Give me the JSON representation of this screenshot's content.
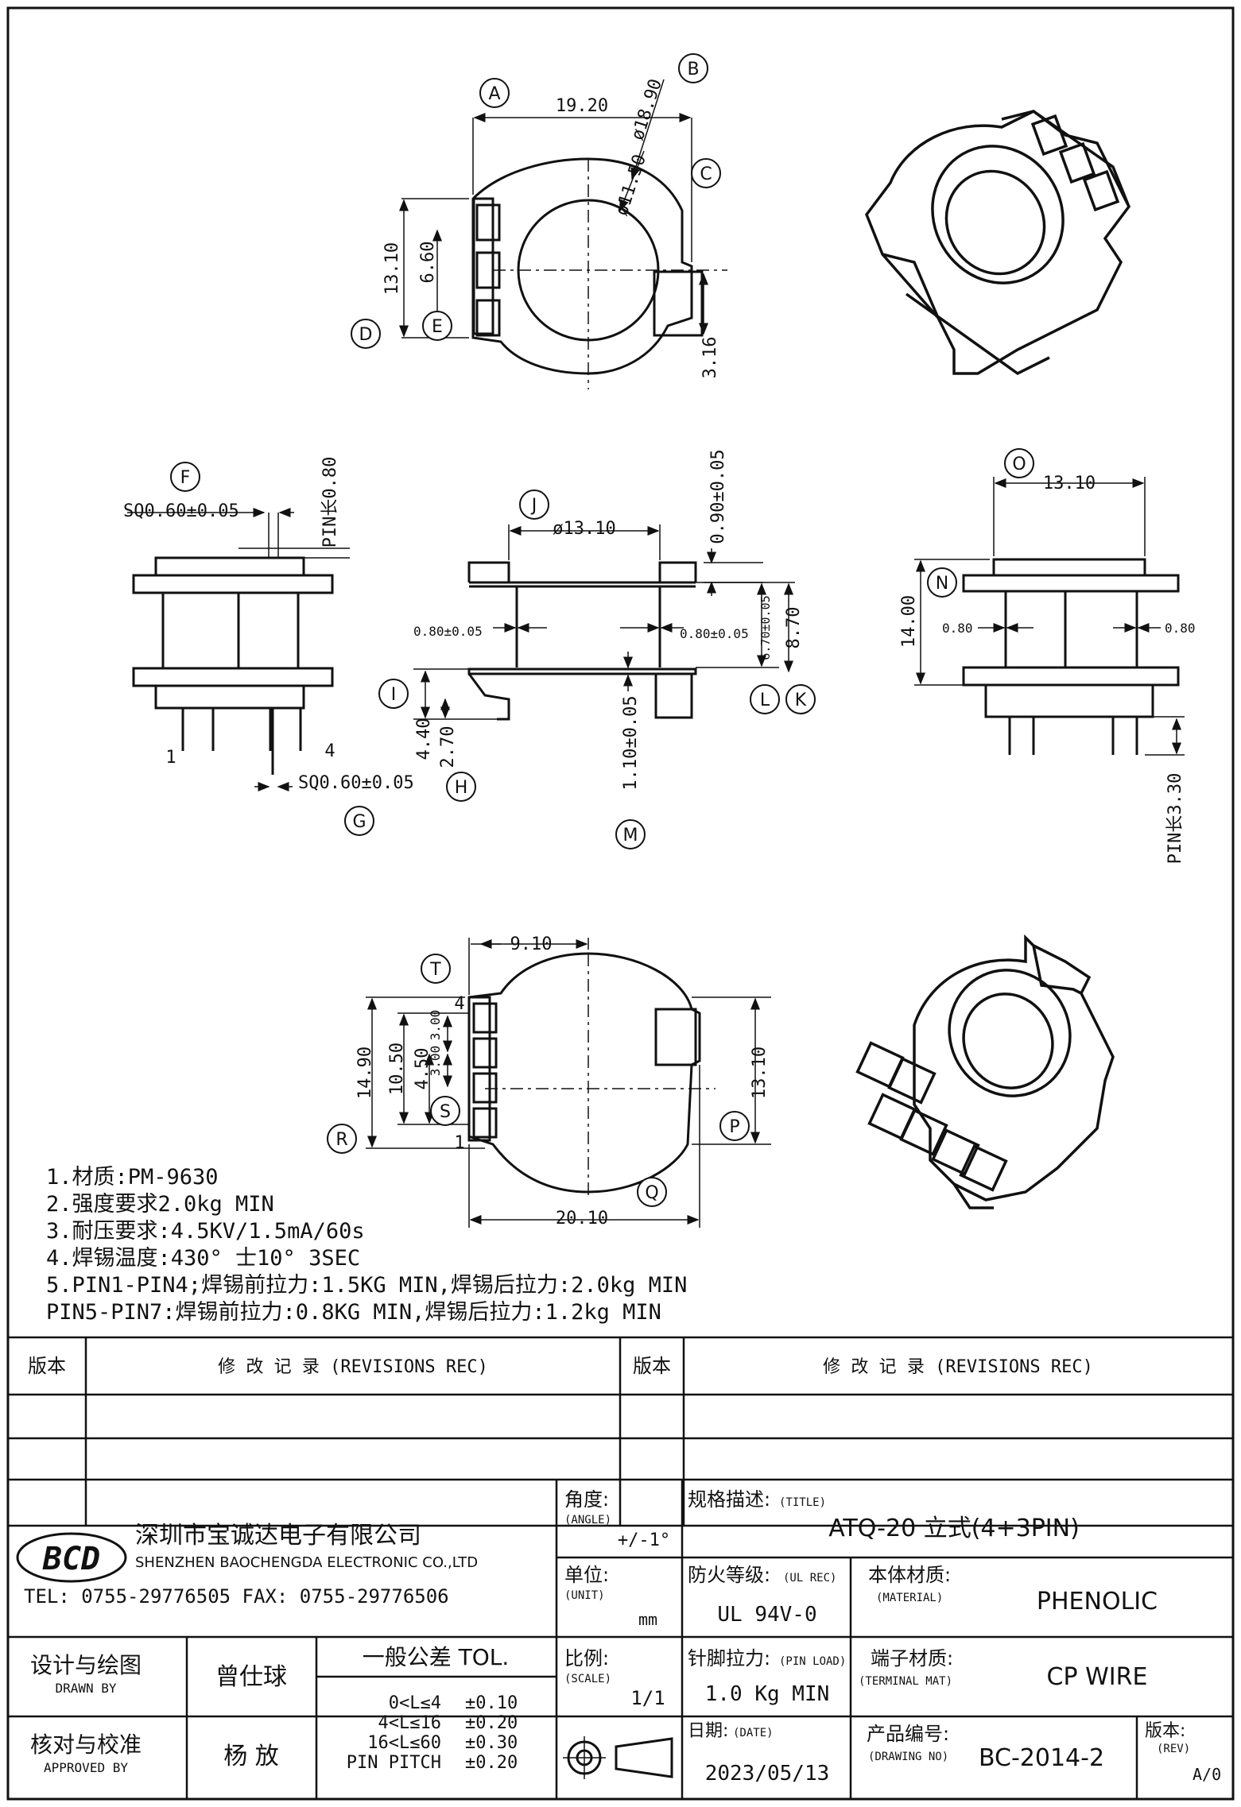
{
  "title_block": {
    "company_cn": "深圳市宝诚达电子有限公司",
    "company_en": "SHENZHEN BAOCHENGDA ELECTRONIC CO.,LTD",
    "contact": "TEL: 0755-29776505  FAX: 0755-29776506",
    "logo_text": "BCD",
    "angle_label": "角度:",
    "angle_sub": "(ANGLE)",
    "angle_value": "+/-1°",
    "title_label": "规格描述:",
    "title_sub": "(TITLE)",
    "title_value": "ATQ-20 立式(4+3PIN)",
    "unit_label": "单位:",
    "unit_sub": "(UNIT)",
    "unit_value": "mm",
    "fire_label": "防火等级:",
    "fire_sub": "(UL REC)",
    "fire_value": "UL 94V-0",
    "material_label": "本体材质:",
    "material_sub": "(MATERIAL)",
    "material_value": "PHENOLIC",
    "designer_label": "设计与绘图",
    "designer_sub": "DRAWN BY",
    "designer_name": "曾仕球",
    "approver_label": "核对与校准",
    "approver_sub": "APPROVED BY",
    "approver_name": "杨  放",
    "tol_title": "一般公差 TOL.",
    "tol_rows": [
      {
        "range": "0<L≤4",
        "val": "±0.10"
      },
      {
        "range": "4<L≤16",
        "val": "±0.20"
      },
      {
        "range": "16<L≤60",
        "val": "±0.30"
      },
      {
        "range": "PIN PITCH",
        "val": "±0.20"
      }
    ],
    "scale_label": "比例:",
    "scale_sub": "(SCALE)",
    "scale_value": "1/1",
    "pin_load_label": "针脚拉力:",
    "pin_load_sub": "(PIN LOAD)",
    "pin_load_value": "1.0 Kg MIN",
    "terminal_label": "端子材质:",
    "terminal_sub": "(TERMINAL MAT)",
    "terminal_value": "CP WIRE",
    "date_label": "日期:",
    "date_sub": "(DATE)",
    "date_value": "2023/05/13",
    "drawing_no_label": "产品编号:",
    "drawing_no_sub": "(DRAWING NO)",
    "drawing_no_value": "BC-2014-2",
    "rev_label": "版本:",
    "rev_sub": "(REV)",
    "rev_value": "A/0"
  },
  "revisions": {
    "ver_label": "版本",
    "rec_label": "修 改 记 录 (REVISIONS REC)"
  },
  "notes": [
    "1.材质:PM-9630",
    "2.强度要求2.0kg MIN",
    "3.耐压要求:4.5KV/1.5mA/60s",
    "4.焊锡温度:430° 士10°  3SEC",
    "5.PIN1-PIN4;焊锡前拉力:1.5KG MIN,焊锡后拉力:2.0kg MIN",
    "PIN5-PIN7:焊锡前拉力:0.8KG MIN,焊锡后拉力:1.2kg MIN"
  ],
  "dims": {
    "top_w": "19.20",
    "top_d1": "ø18.90",
    "top_d2": "ø11.50",
    "top_h": "13.10",
    "top_pitch": "6.60",
    "top_tab": "3.16",
    "sq_top": "SQ0.60±0.05",
    "pin_len": "PIN长0.80",
    "sq_bot": "SQ0.60±0.05",
    "pin_1": "1",
    "pin_4": "4",
    "front_d": "ø13.10",
    "front_t": "0.90±0.05",
    "front_side_l": "0.80±0.05",
    "front_side_r": "0.80±0.05",
    "front_670": "6.70±0.05",
    "front_870": "8.70",
    "front_440": "4.40",
    "front_270": "2.70",
    "front_110": "1.10±0.05",
    "side_w": "13.10",
    "side_h": "14.00",
    "side_l": "0.80",
    "side_r": "0.80",
    "side_pin": "PIN长3.30",
    "bot_910": "9.10",
    "bot_1490": "14.90",
    "bot_1050": "10.50",
    "bot_450": "4.50",
    "bot_300a": "3.00",
    "bot_300b": "3.00",
    "bot_1310": "13.10",
    "bot_2010": "20.10",
    "bot_pin4": "4",
    "bot_pin1": "1"
  },
  "callouts": [
    "A",
    "B",
    "C",
    "D",
    "E",
    "F",
    "G",
    "H",
    "I",
    "J",
    "K",
    "L",
    "M",
    "N",
    "O",
    "P",
    "Q",
    "R",
    "S",
    "T"
  ]
}
